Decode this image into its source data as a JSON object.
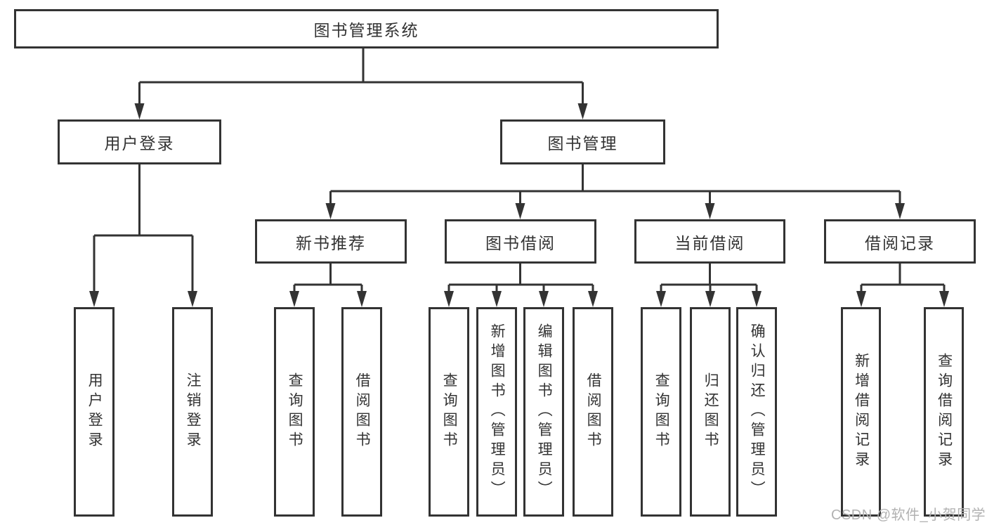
{
  "tree": {
    "root": "图书管理系统",
    "branches": [
      {
        "label": "用户登录",
        "children": [
          "用户登录",
          "注销登录"
        ]
      },
      {
        "label": "图书管理",
        "groups": [
          {
            "label": "新书推荐",
            "children": [
              "查询图书",
              "借阅图书"
            ]
          },
          {
            "label": "图书借阅",
            "children": [
              "查询图书",
              "新增图书（管理员）",
              "编辑图书（管理员）",
              "借阅图书"
            ]
          },
          {
            "label": "当前借阅",
            "children": [
              "查询图书",
              "归还图书",
              "确认归还（管理员）"
            ]
          },
          {
            "label": "借阅记录",
            "children": [
              "新增借阅记录",
              "查询借阅记录"
            ]
          }
        ]
      }
    ]
  },
  "watermark": {
    "text": "CSDN @软件_小贺同学"
  },
  "colors": {
    "line": "#333333",
    "text": "#333333",
    "watermark_text": "#b2b2b2",
    "background": "#ffffff"
  }
}
